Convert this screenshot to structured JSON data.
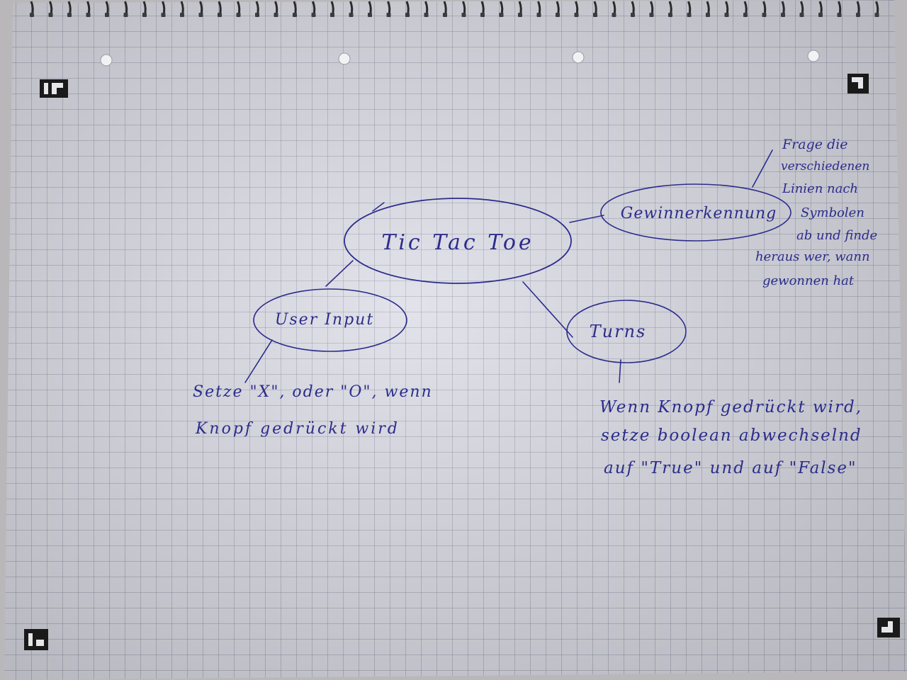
{
  "diagram": {
    "center": {
      "label": "Tic Tac Toe"
    },
    "nodes": {
      "gewinner": {
        "label": "Gewinnerkennung"
      },
      "user_input": {
        "label": "User Input"
      },
      "turns": {
        "label": "Turns"
      }
    },
    "notes": {
      "gewinner": [
        "Frage die",
        "verschiedenen",
        "Linien nach",
        "Symbolen",
        "ab und finde",
        "heraus wer, wann",
        "gewonnen hat"
      ],
      "user_input": [
        "Setze \"X\", oder \"O\", wenn",
        "Knopf gedrückt wird"
      ],
      "turns": [
        "Wenn Knopf gedrückt wird,",
        "setze boolean abwechselnd",
        "auf \"True\" und auf \"False\""
      ]
    }
  },
  "colors": {
    "ink": "#2c2c8c",
    "paper": "#dcdde6",
    "grid": "#8e93a8",
    "desk": "#b9b7b9"
  },
  "icons": {
    "corner_marker": "square-corner-mark",
    "spiral_binding": "spiral-binding",
    "punch_hole": "punch-hole"
  }
}
